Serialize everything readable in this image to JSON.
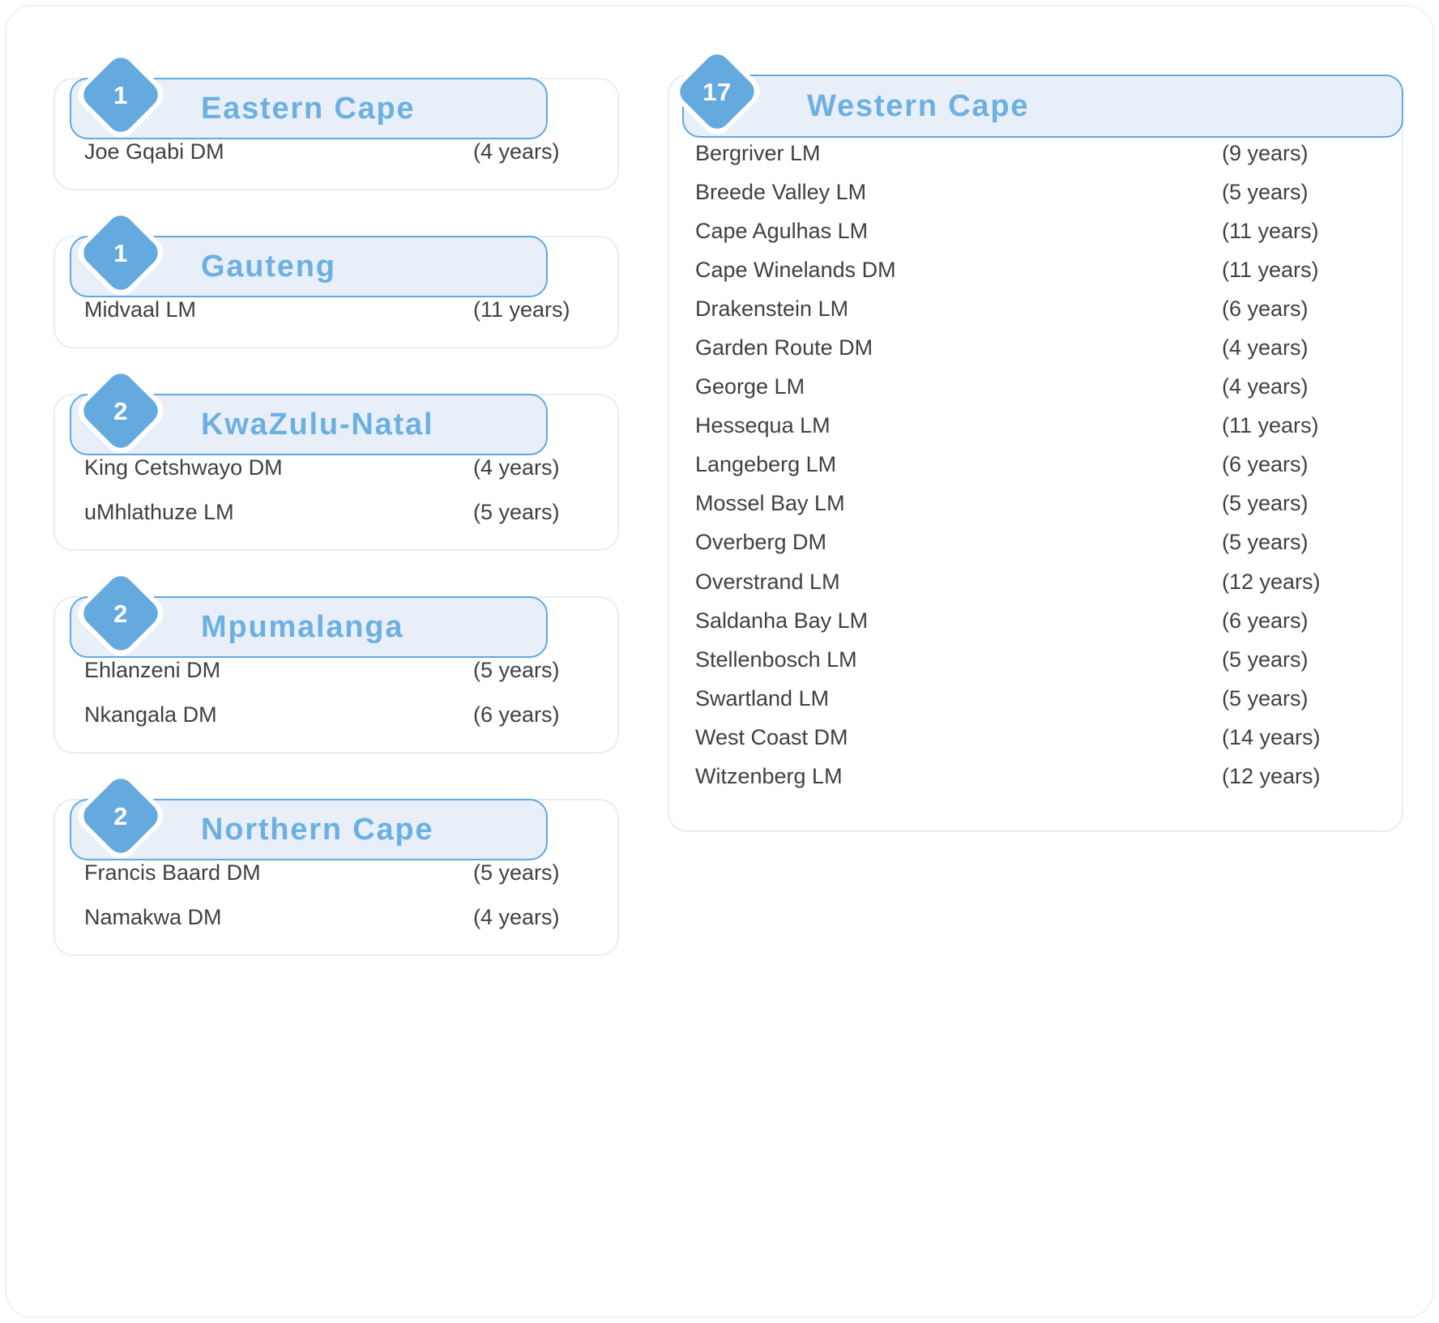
{
  "theme": {
    "accent": "#64aadf",
    "title_color": "#6cb0e2",
    "pill_fill": "#e8eff9",
    "card_border": "#e8eef7",
    "text_color": "#404040",
    "background": "#ffffff"
  },
  "left_column": [
    {
      "count": "1",
      "province": "Eastern Cape",
      "rows": [
        {
          "municipality": "Joe Gqabi DM",
          "years": "(4 years)"
        }
      ]
    },
    {
      "count": "1",
      "province": "Gauteng",
      "rows": [
        {
          "municipality": "Midvaal LM",
          "years": "(11 years)"
        }
      ]
    },
    {
      "count": "2",
      "province": "KwaZulu-Natal",
      "rows": [
        {
          "municipality": "King Cetshwayo DM",
          "years": "(4 years)"
        },
        {
          "municipality": "uMhlathuze LM",
          "years": "(5 years)"
        }
      ]
    },
    {
      "count": "2",
      "province": "Mpumalanga",
      "rows": [
        {
          "municipality": "Ehlanzeni DM",
          "years": "(5 years)"
        },
        {
          "municipality": "Nkangala DM",
          "years": "(6 years)"
        }
      ]
    },
    {
      "count": "2",
      "province": "Northern Cape",
      "rows": [
        {
          "municipality": "Francis Baard DM",
          "years": "(5 years)"
        },
        {
          "municipality": "Namakwa DM",
          "years": "(4 years)"
        }
      ]
    }
  ],
  "right_column": [
    {
      "count": "17",
      "province": "Western Cape",
      "rows": [
        {
          "municipality": "Bergriver LM",
          "years": "(9 years)"
        },
        {
          "municipality": "Breede Valley LM",
          "years": "(5 years)"
        },
        {
          "municipality": "Cape Agulhas LM",
          "years": "(11 years)"
        },
        {
          "municipality": "Cape Winelands DM",
          "years": "(11 years)"
        },
        {
          "municipality": "Drakenstein LM",
          "years": "(6 years)"
        },
        {
          "municipality": "Garden Route DM",
          "years": "(4 years)"
        },
        {
          "municipality": "George LM",
          "years": "(4 years)"
        },
        {
          "municipality": "Hessequa LM",
          "years": "(11 years)"
        },
        {
          "municipality": "Langeberg LM",
          "years": "(6 years)"
        },
        {
          "municipality": "Mossel Bay LM",
          "years": "(5 years)"
        },
        {
          "municipality": "Overberg DM",
          "years": "(5 years)"
        },
        {
          "municipality": "Overstrand LM",
          "years": "(12 years)"
        },
        {
          "municipality": "Saldanha Bay LM",
          "years": "(6 years)"
        },
        {
          "municipality": "Stellenbosch LM",
          "years": "(5 years)"
        },
        {
          "municipality": "Swartland LM",
          "years": "(5 years)"
        },
        {
          "municipality": "West Coast DM",
          "years": "(14 years)"
        },
        {
          "municipality": "Witzenberg LM",
          "years": "(12 years)"
        }
      ]
    }
  ]
}
